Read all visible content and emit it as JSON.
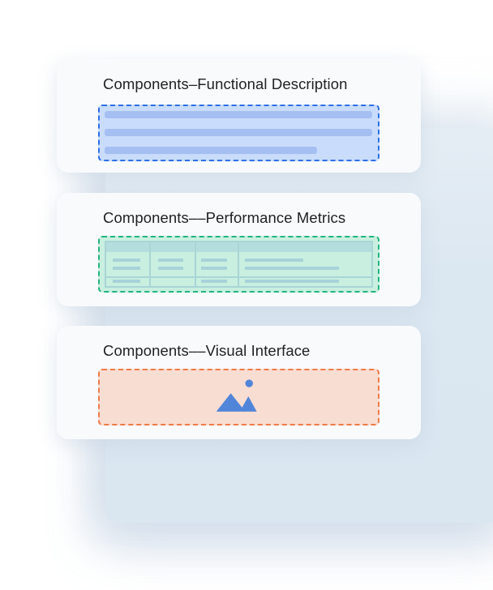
{
  "cards": [
    {
      "title": "Components–Functional Description",
      "placeholder_type": "text-lines",
      "color": "#2f6fe6"
    },
    {
      "title": "Components––Performance Metrics",
      "placeholder_type": "table",
      "color": "#23b47e"
    },
    {
      "title": "Components––Visual Interface",
      "placeholder_type": "image",
      "icon": "image-icon",
      "color": "#ef7a48"
    }
  ],
  "colors": {
    "icon": "#5185d9",
    "panel": "#dae6f0"
  }
}
